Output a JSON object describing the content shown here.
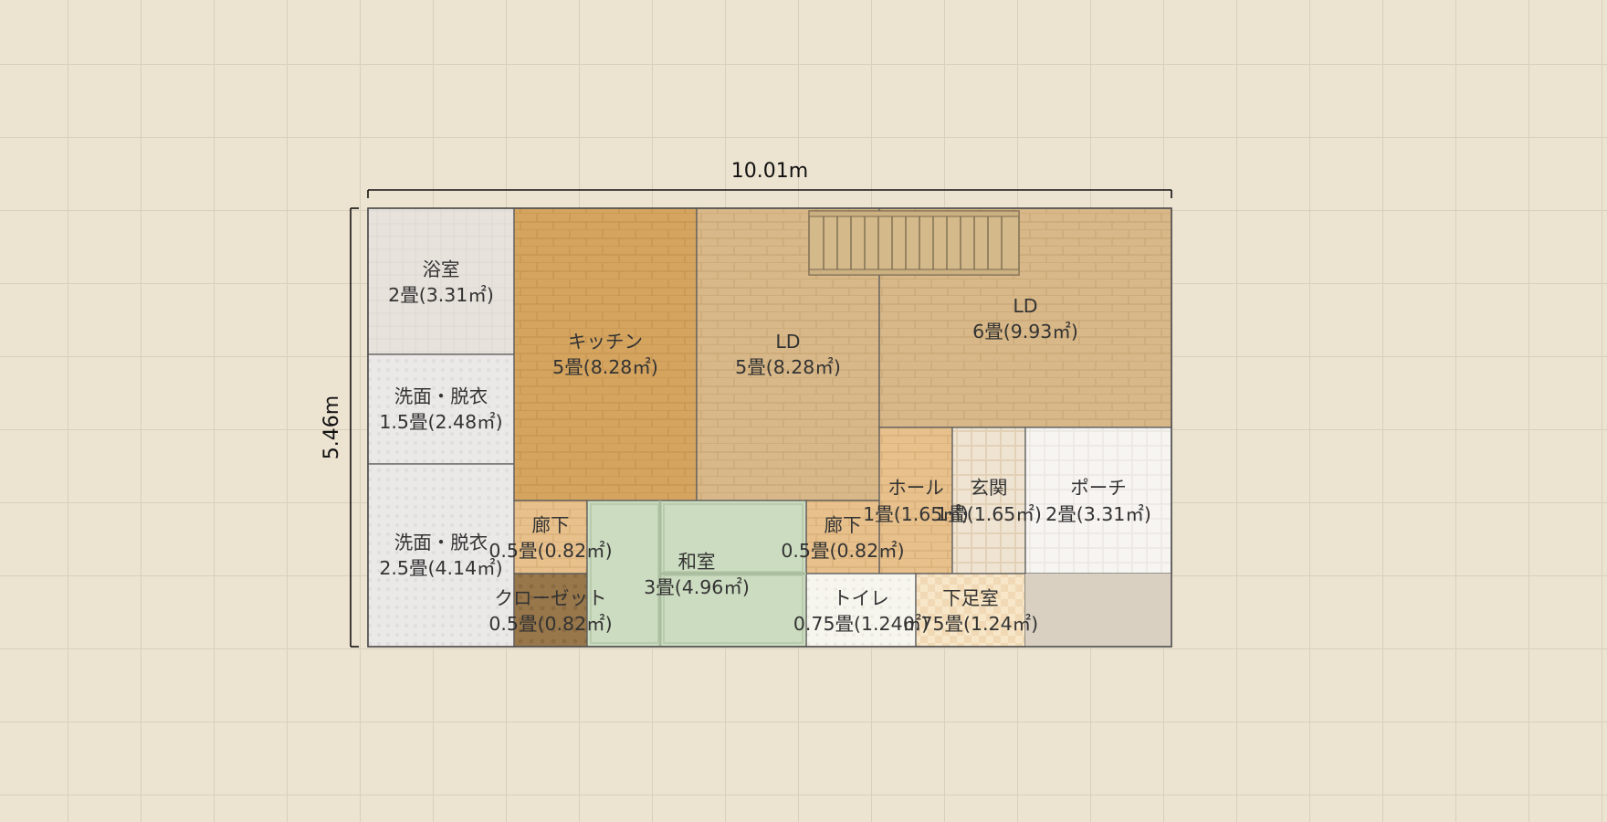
{
  "dimensions": {
    "width": "10.01m",
    "height": "5.46m"
  },
  "rooms": {
    "bath": {
      "name": "浴室",
      "area": "2畳(3.31㎡)"
    },
    "wash1": {
      "name": "洗面・脱衣",
      "area": "1.5畳(2.48㎡)"
    },
    "wash2": {
      "name": "洗面・脱衣",
      "area": "2.5畳(4.14㎡)"
    },
    "kitchen": {
      "name": "キッチン",
      "area": "5畳(8.28㎡)"
    },
    "ld1": {
      "name": "LD",
      "area": "5畳(8.28㎡)"
    },
    "ld2": {
      "name": "LD",
      "area": "6畳(9.93㎡)"
    },
    "hall": {
      "name": "ホール",
      "area": "1畳(1.65㎡)"
    },
    "entrance": {
      "name": "玄関",
      "area": "1畳(1.65㎡)"
    },
    "porch": {
      "name": "ポーチ",
      "area": "2畳(3.31㎡)"
    },
    "corridor1": {
      "name": "廊下",
      "area": "0.5畳(0.82㎡)"
    },
    "corridor2": {
      "name": "廊下",
      "area": "0.5畳(0.82㎡)"
    },
    "closet": {
      "name": "クローゼット",
      "area": "0.5畳(0.82㎡)"
    },
    "washitsu": {
      "name": "和室",
      "area": "3畳(4.96㎡)"
    },
    "toilet": {
      "name": "トイレ",
      "area": "0.75畳(1.24㎡)"
    },
    "shoeroom": {
      "name": "下足室",
      "area": "0.75畳(1.24㎡)"
    }
  },
  "colors": {
    "grid_bg": "#ede3d1",
    "wall_line": "#5d5d5d",
    "bath_floor": "#e7e2dc",
    "wash_floor": "#ebe9e8",
    "kitchen_floor": "#d5a560",
    "ld_floor": "#d8b888",
    "hall_floor": "#e7c08c",
    "entrance_floor": "#efe4d2",
    "porch_floor": "#f7f5f2",
    "closet_floor": "#98774b",
    "tatami": "#ccdcc0",
    "toilet_floor": "#f6f5ee",
    "shoeroom_floor": "#f0d9b4",
    "empty_area": "#d9d0c2"
  },
  "icons": {
    "stairs": "stairs-icon"
  }
}
